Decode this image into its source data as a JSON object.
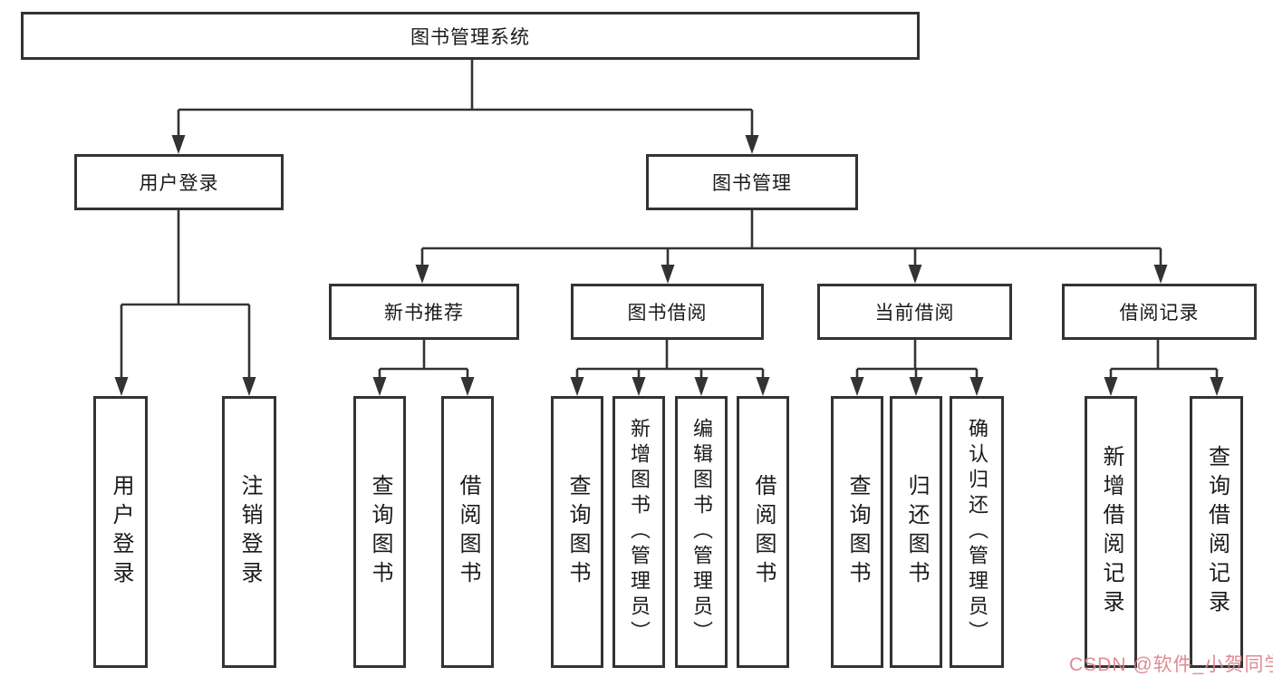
{
  "diagram": {
    "root": {
      "label": "图书管理系统"
    },
    "level2": [
      {
        "label": "用户登录"
      },
      {
        "label": "图书管理"
      }
    ],
    "level3": [
      {
        "label": "新书推荐"
      },
      {
        "label": "图书借阅"
      },
      {
        "label": "当前借阅"
      },
      {
        "label": "借阅记录"
      }
    ],
    "leaves": [
      {
        "label": "用户登录"
      },
      {
        "label": "注销登录"
      },
      {
        "label": "查询图书"
      },
      {
        "label": "借阅图书"
      },
      {
        "label": "查询图书"
      },
      {
        "label": "新增图书（管理员）"
      },
      {
        "label": "编辑图书（管理员）"
      },
      {
        "label": "借阅图书"
      },
      {
        "label": "查询图书"
      },
      {
        "label": "归还图书"
      },
      {
        "label": "确认归还（管理员）"
      },
      {
        "label": "新增借阅记录"
      },
      {
        "label": "查询借阅记录"
      }
    ]
  },
  "watermark": {
    "text": "CSDN @软件_小贺同学",
    "color": "#de8288"
  },
  "colors": {
    "line": "#333333",
    "text": "#1a1a1a",
    "background": "#ffffff"
  }
}
